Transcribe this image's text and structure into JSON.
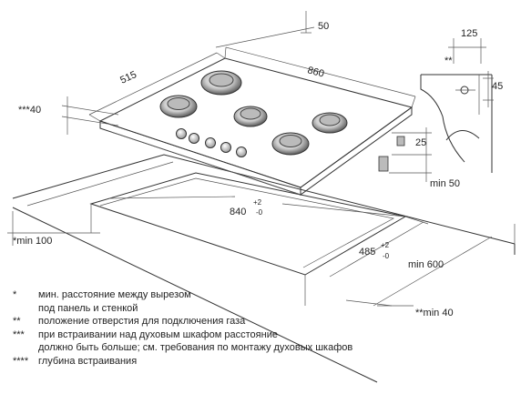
{
  "dimensions": {
    "d50": "50",
    "d860": "860",
    "d515": "515",
    "d125": "125",
    "d45": "45",
    "gas_mark": "**",
    "d40": "***40",
    "d25": "25",
    "min50": "min 50",
    "d840": "840",
    "d840_tol_plus": "+2",
    "d840_tol_minus": "-0",
    "min100": "*min 100",
    "d485": "485",
    "d485_tol_plus": "+2",
    "d485_tol_minus": "-0",
    "min600": "min 600",
    "min40": "**min 40"
  },
  "notes": [
    {
      "mark": "*",
      "lines": [
        "мин. расстояние между вырезом",
        "под панель и стенкой"
      ]
    },
    {
      "mark": "**",
      "lines": [
        "положение отверстия для подключения газа"
      ]
    },
    {
      "mark": "***",
      "lines": [
        "при встраивании над духовым шкафом расстояние",
        "должно быть больше; см. требования по монтажу духовых шкафов"
      ]
    },
    {
      "mark": "****",
      "lines": [
        "глубина встраивания"
      ]
    }
  ],
  "colors": {
    "line": "#333333",
    "burner": "#6d6d6d",
    "burner_hi": "#f2f2f2"
  }
}
